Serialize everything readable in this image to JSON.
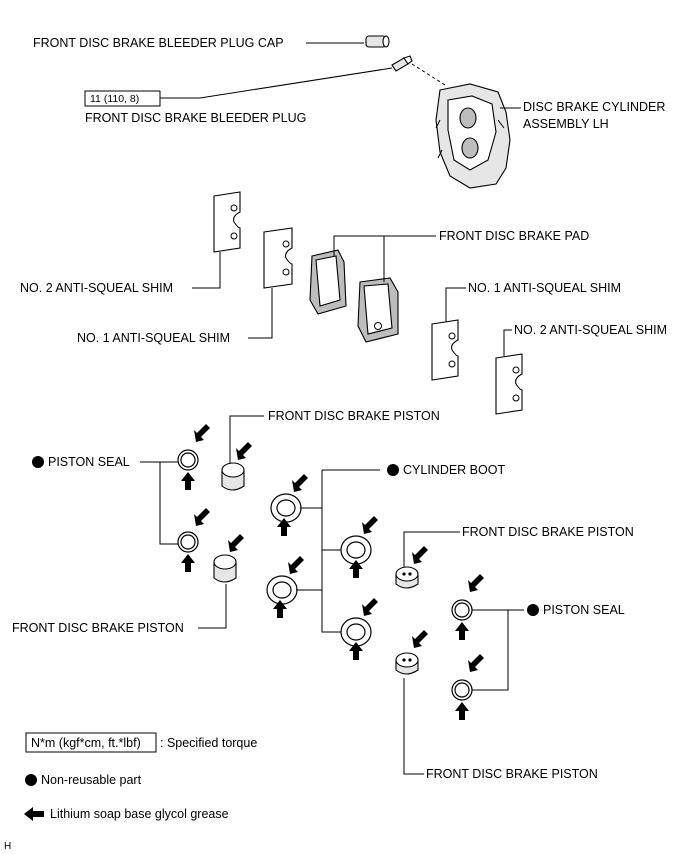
{
  "labels": {
    "bleeder_plug_cap": "FRONT DISC BRAKE BLEEDER PLUG CAP",
    "torque_value": "11 (110, 8)",
    "bleeder_plug": "FRONT DISC BRAKE BLEEDER PLUG",
    "cylinder_assembly_line1": "DISC BRAKE CYLINDER",
    "cylinder_assembly_line2": "ASSEMBLY LH",
    "brake_pad": "FRONT DISC BRAKE PAD",
    "shim2_left": "NO. 2 ANTI-SQUEAL SHIM",
    "shim1_left": "NO. 1 ANTI-SQUEAL SHIM",
    "shim1_right": "NO. 1 ANTI-SQUEAL SHIM",
    "shim2_right": "NO. 2 ANTI-SQUEAL SHIM",
    "piston_top_left": "FRONT DISC BRAKE PISTON",
    "piston_seal_left": "PISTON SEAL",
    "cylinder_boot": "CYLINDER BOOT",
    "piston_right_top": "FRONT DISC BRAKE PISTON",
    "piston_bottom_left": "FRONT DISC BRAKE PISTON",
    "piston_seal_right": "PISTON SEAL",
    "piston_right_bottom": "FRONT DISC BRAKE PISTON"
  },
  "legend": {
    "torque_box": "N*m (kgf*cm, ft.*lbf)",
    "torque_text": ": Specified torque",
    "non_reusable": "Non-reusable part",
    "grease": "Lithium soap base glycol grease"
  },
  "corner_mark": "H"
}
